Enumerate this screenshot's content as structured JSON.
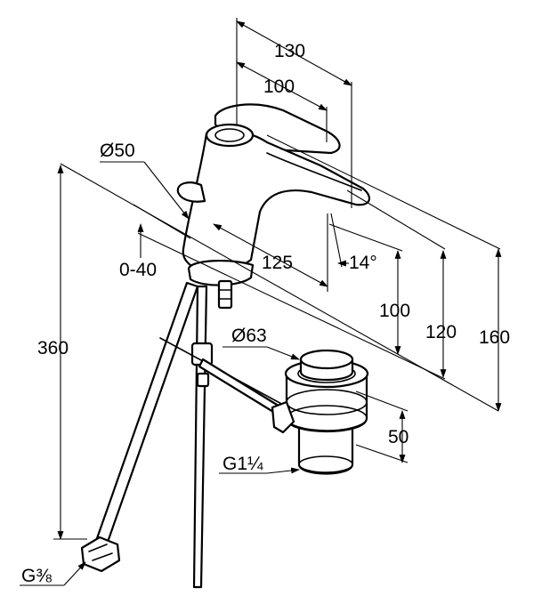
{
  "dimensions": {
    "width_overall": "130",
    "width_body": "100",
    "diameter_body": "Ø50",
    "spout_reach": "125",
    "spout_angle": "14°",
    "lever_range": "0-40",
    "height_spout": "100",
    "height_middle": "120",
    "height_total": "160",
    "hose_length": "360",
    "waste_diameter": "Ø63",
    "waste_height": "50",
    "waste_thread": "G1¼",
    "hose_thread": "G⅜"
  }
}
